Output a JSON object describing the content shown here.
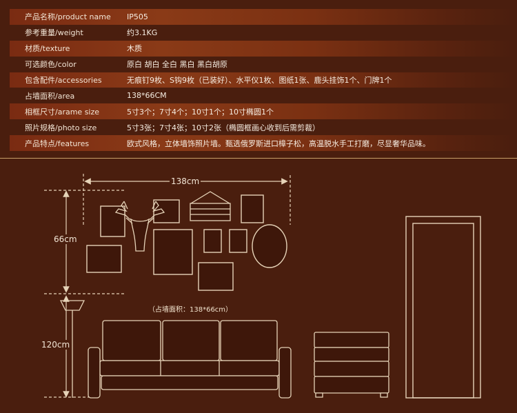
{
  "specs": [
    {
      "label": "产品名称/product name",
      "value": "IP505"
    },
    {
      "label": "参考重量/weight",
      "value": "约3.1KG"
    },
    {
      "label": "材质/texture",
      "value": "木质"
    },
    {
      "label": "可选颜色/color",
      "value": "原白  胡白  全白  黑白  黑白胡原"
    },
    {
      "label": "包含配件/accessories",
      "value": "无痕钉9枚、S钩9枚（已装好）、水平仪1枚、图纸1张、鹿头挂饰1个、门牌1个"
    },
    {
      "label": "占墙面积/area",
      "value": "138*66CM"
    },
    {
      "label": "相框尺寸/arame size",
      "value": "5寸3个；7寸4个；10寸1个；10寸椭圆1个"
    },
    {
      "label": "照片规格/photo size",
      "value": "5寸3张；7寸4张；10寸2张（椭圆框画心收到后需剪裁）"
    },
    {
      "label": "产品特点/features",
      "value": "欧式风格，立体墙饰照片墙。甄选俄罗斯进口樟子松，高温脱水手工打磨，尽显奢华品味。"
    }
  ],
  "diagram": {
    "width_label": "138cm",
    "height_label": "66cm",
    "floor_label": "120cm",
    "area_note": "（占墙面积：138*66cm）"
  },
  "colors": {
    "background": "#4a1e0e",
    "row_highlight": "#8a3a17",
    "line": "#d9b88a"
  }
}
